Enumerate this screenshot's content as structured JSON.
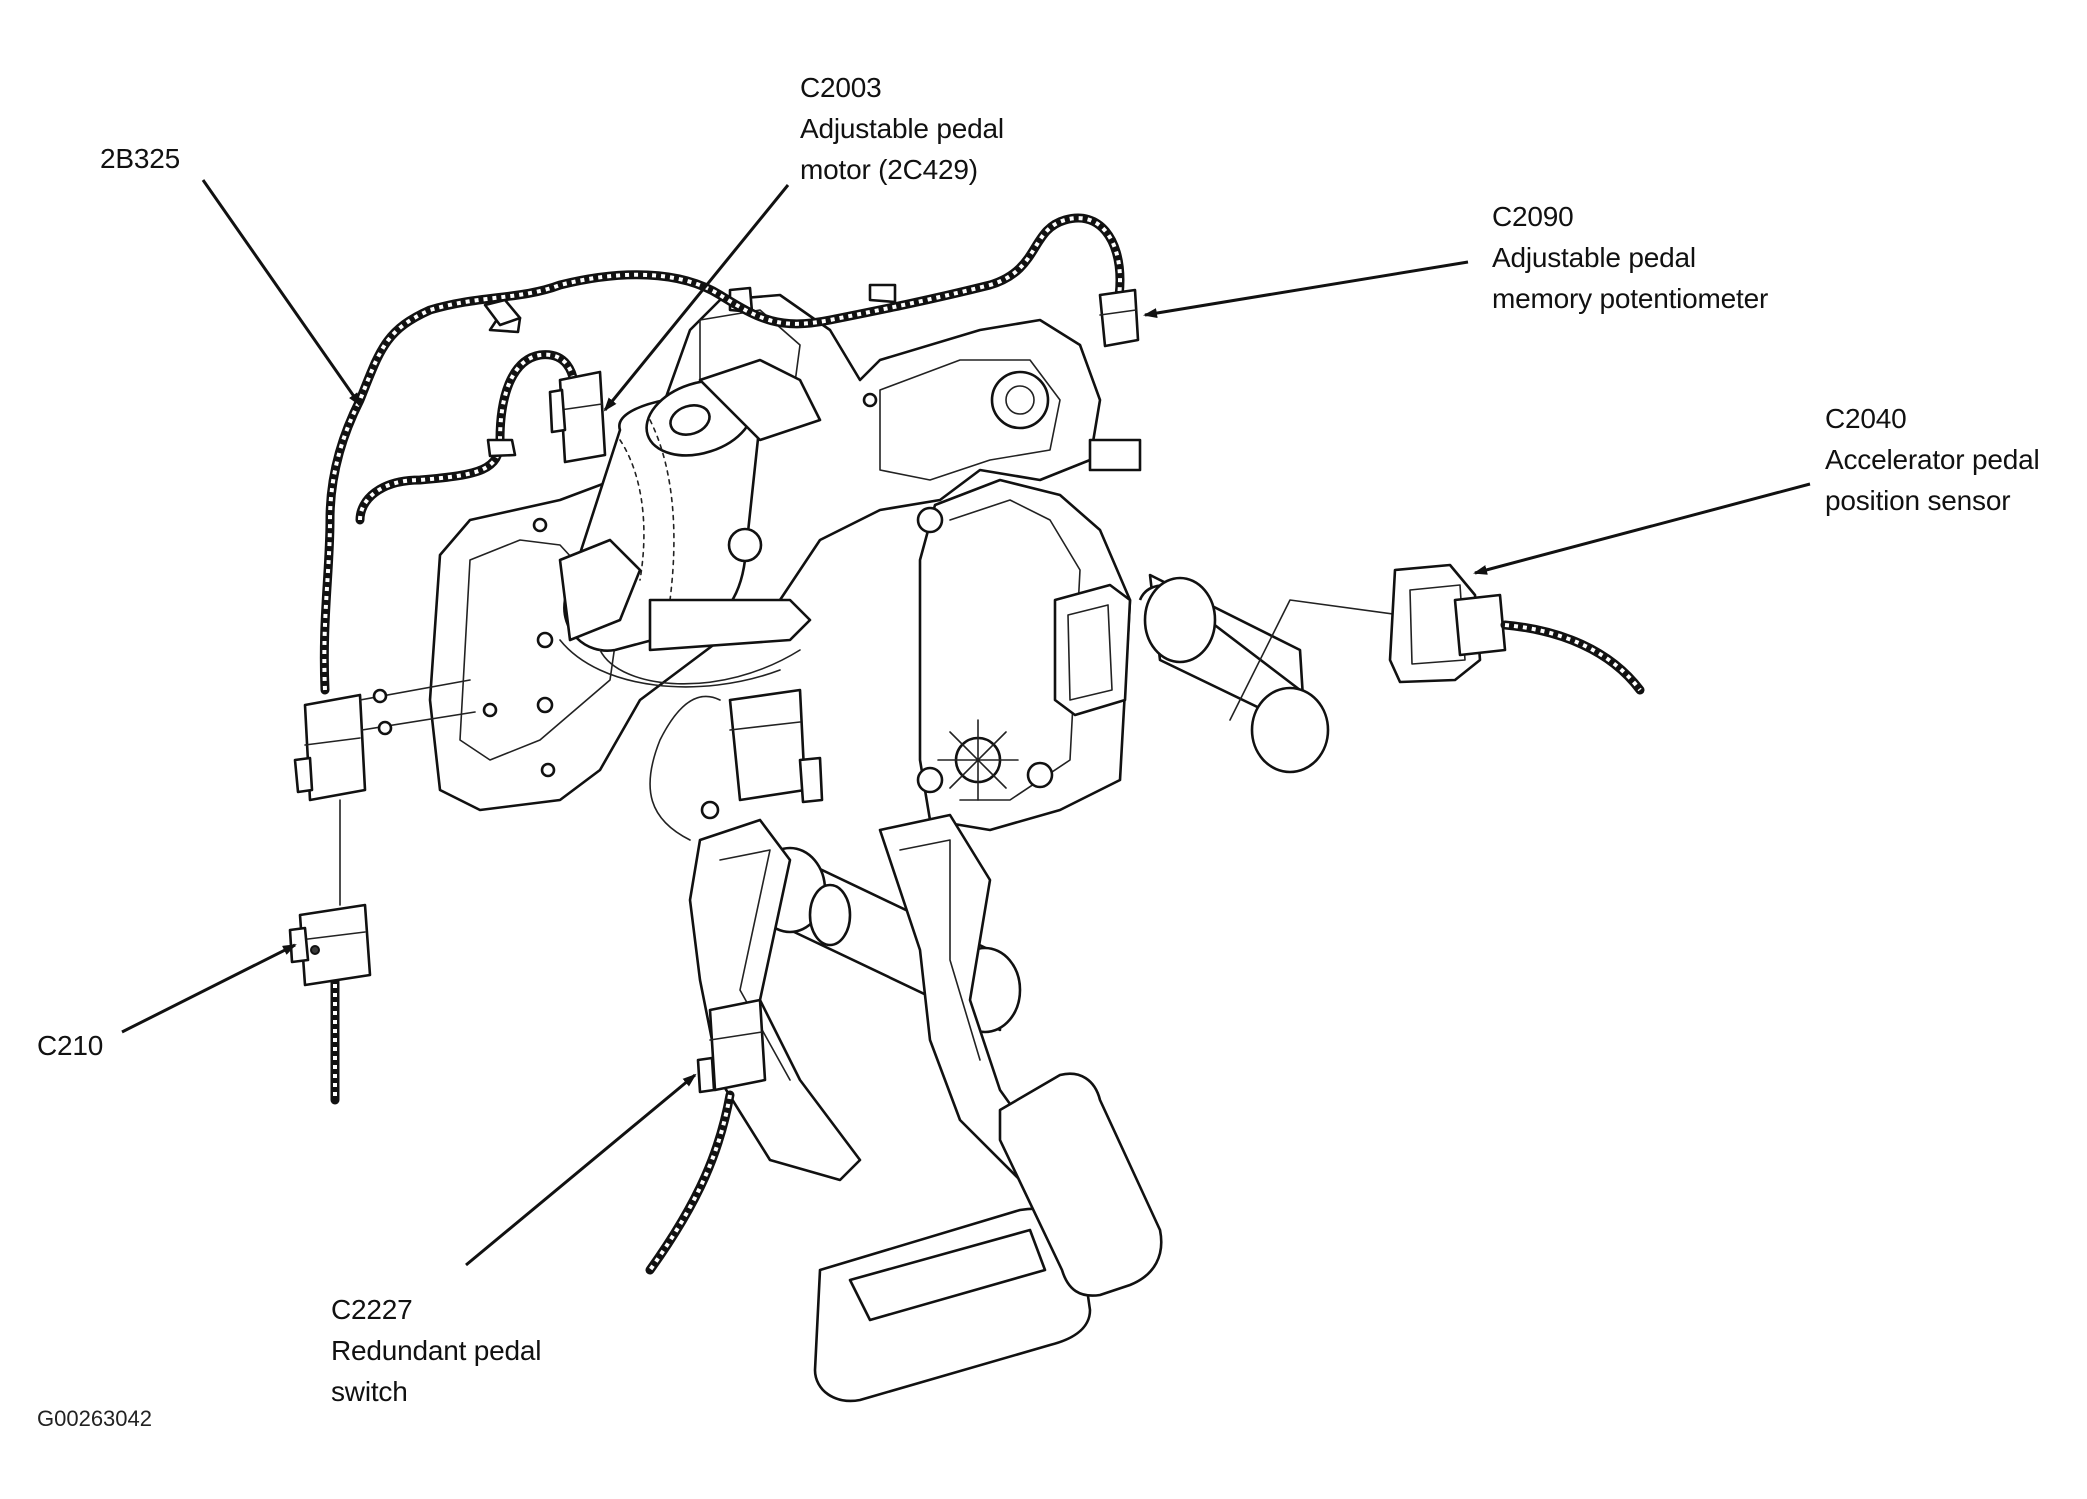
{
  "diagram": {
    "figure_id": "G00263042",
    "callouts": [
      {
        "id": "2b325",
        "lines": [
          "2B325"
        ]
      },
      {
        "id": "c2003",
        "lines": [
          "C2003",
          "Adjustable pedal",
          "motor (2C429)"
        ]
      },
      {
        "id": "c2090",
        "lines": [
          "C2090",
          "Adjustable pedal",
          "memory potentiometer"
        ]
      },
      {
        "id": "c2040",
        "lines": [
          "C2040",
          "Accelerator pedal",
          "position sensor"
        ]
      },
      {
        "id": "c210",
        "lines": [
          "C210"
        ]
      },
      {
        "id": "c2227",
        "lines": [
          "C2227",
          "Redundant pedal",
          "switch"
        ]
      }
    ]
  }
}
